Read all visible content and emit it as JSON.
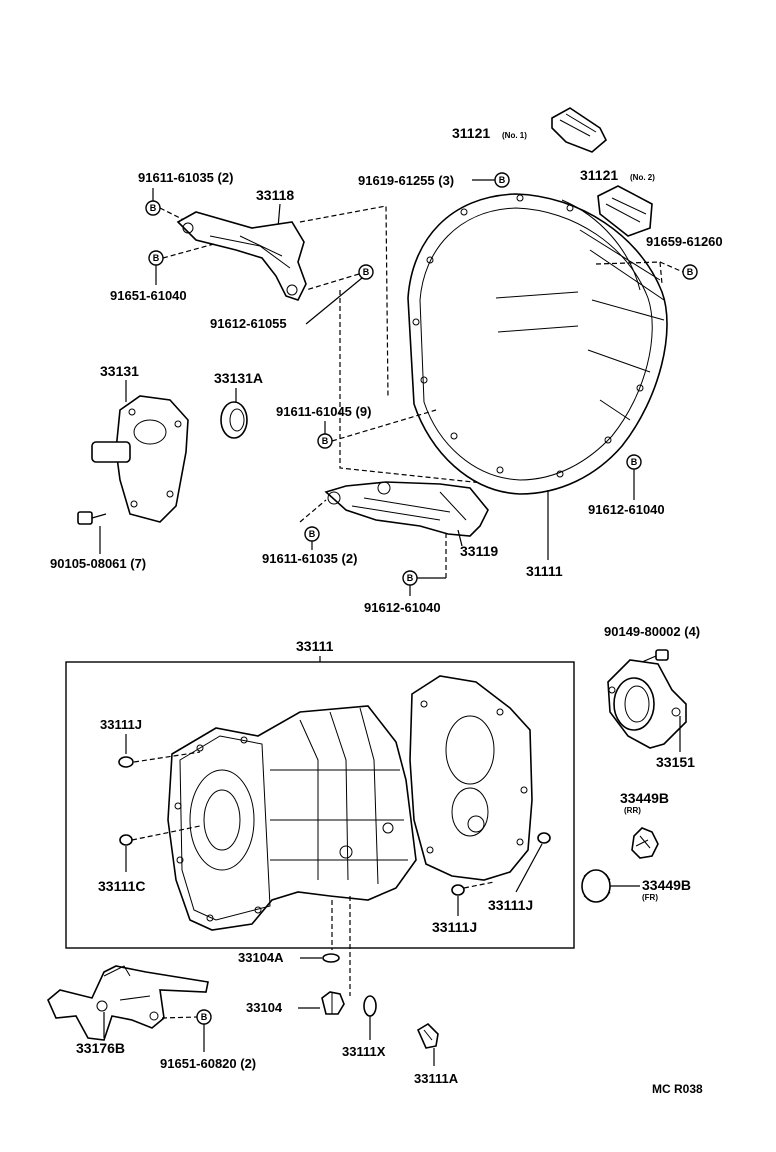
{
  "labels": {
    "p31121_no1": "31121",
    "p31121_no1_note": "(No. 1)",
    "p31121_no2": "31121",
    "p31121_no2_note": "(No. 2)",
    "p91611_61035_top": "91611-61035 (2)",
    "p33118": "33118",
    "p91619_61255": "91619-61255 (3)",
    "p91659_61260": "91659-61260",
    "p91651_61040": "91651-61040",
    "p91612_61055": "91612-61055",
    "p33131": "33131",
    "p33131A": "33131A",
    "p91611_61045": "91611-61045 (9)",
    "p91612_61040_right": "91612-61040",
    "p90105_08061": "90105-08061 (7)",
    "p91611_61035_bottom": "91611-61035 (2)",
    "p33119": "33119",
    "p31111": "31111",
    "p91612_61040_bottom": "91612-61040",
    "p33111_box": "33111",
    "p90149_80002": "90149-80002 (4)",
    "p33111J_a": "33111J",
    "p33151": "33151",
    "p33449B_rr": "33449B",
    "p33449B_rr_note": "(RR)",
    "p33111C": "33111C",
    "p33449B_fr": "33449B",
    "p33449B_fr_note": "(FR)",
    "p33111J_b": "33111J",
    "p33111J_c": "33111J",
    "p33104A": "33104A",
    "p33104": "33104",
    "p33176B": "33176B",
    "p91651_60820": "91651-60820 (2)",
    "p33111X": "33111X",
    "p33111A": "33111A",
    "catalog_code": "MC R038"
  },
  "bolt_marker": "B"
}
